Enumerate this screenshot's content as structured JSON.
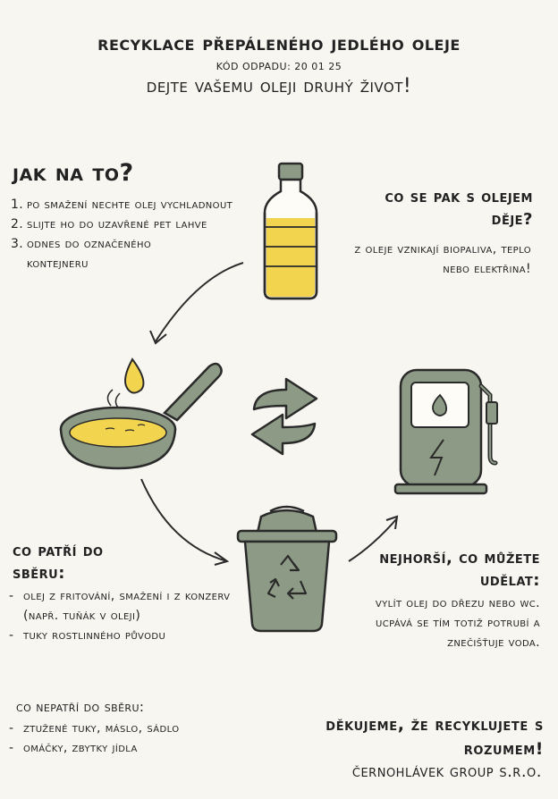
{
  "header": {
    "title": "recyklace přepáleného jedlého oleje",
    "code": "KÓD ODPADU: 20 01 25",
    "slogan": "dejte vašemu oleji druhý život!"
  },
  "how": {
    "heading": "jak na to?",
    "steps": [
      {
        "num": "1.",
        "text": "po smažení nechte olej vychladnout"
      },
      {
        "num": "2.",
        "text": "slijte ho do uzavřené pet lahve"
      },
      {
        "num": "3.",
        "text": "odnes do označeného kontejneru"
      }
    ]
  },
  "after": {
    "heading": "co se pak s olejem děje?",
    "text": "z oleje vznikají biopaliva, teplo nebo elektřina!"
  },
  "belongs": {
    "heading": "co patří do sběru:",
    "items": [
      "olej z fritování, smažení i z konzerv (např. tuňák v oleji)",
      "tuky rostlinného původu"
    ]
  },
  "not_belongs": {
    "heading": "co nepatří do sběru:",
    "items": [
      "ztužené tuky, máslo, sádlo",
      "omáčky, zbytky jídla"
    ]
  },
  "worst": {
    "heading": "nejhorší, co můžete udělat:",
    "text": "vylít olej do dřezu nebo wc. ucpává se tím totiž potrubí a znečišťuje voda."
  },
  "footer": {
    "thanks": "děkujeme, že recyklujete s rozumem!",
    "company": "černohlávek group s.r.o."
  },
  "colors": {
    "background": "#f7f6f1",
    "green": "#8c9a86",
    "dark_outline": "#2a2a2a",
    "oil_yellow": "#f2d44e"
  },
  "icons": [
    "oil-bottle-icon",
    "frying-pan-icon",
    "recycle-arrows-icon",
    "recycling-bin-icon",
    "fuel-pump-icon"
  ]
}
